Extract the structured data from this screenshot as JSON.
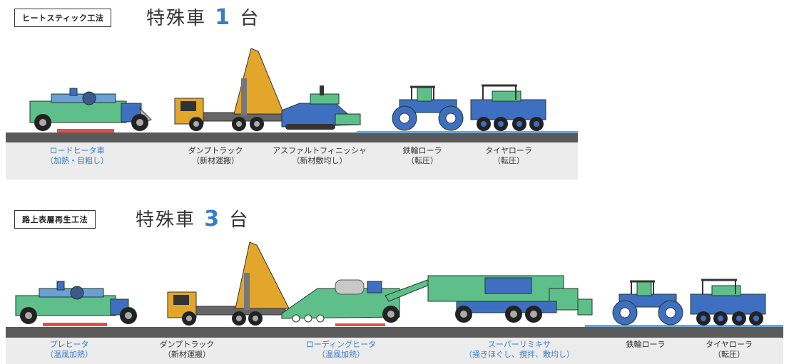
{
  "colors": {
    "blue_label": "#3a7bc8",
    "road": "#595959",
    "band": "#e9e9e9",
    "green_machine": "#5ebf8a",
    "blue_machine": "#3f6fc0",
    "heater_red": "#e0504a",
    "dump_yellow": "#e2a72a"
  },
  "section1": {
    "tag": "ヒートスティック工法",
    "heading_prefix": "特殊車",
    "heading_number": "1",
    "heading_suffix": "台",
    "labels": [
      {
        "line1": "ロードヒータ車",
        "line2": "（加熱・目粗し）",
        "color": "blue"
      },
      {
        "line1": "ダンプトラック",
        "line2": "（新材運搬）",
        "color": "dark"
      },
      {
        "line1": "アスファルトフィニッシャ",
        "line2": "（新材敷均し）",
        "color": "dark"
      },
      {
        "line1": "鉄輪ローラ",
        "line2": "（転圧）",
        "color": "dark"
      },
      {
        "line1": "タイヤローラ",
        "line2": "（転圧）",
        "color": "dark"
      }
    ],
    "icons": [
      "road-heater-vehicle-icon",
      "dump-truck-icon",
      "asphalt-finisher-icon",
      "steel-roller-icon",
      "tire-roller-icon"
    ]
  },
  "section2": {
    "tag": "路上表層再生工法",
    "heading_prefix": "特殊車",
    "heading_number": "3",
    "heading_suffix": "台",
    "labels": [
      {
        "line1": "プレヒータ",
        "line2": "（温風加熱）",
        "color": "blue"
      },
      {
        "line1": "ダンプトラック",
        "line2": "（新材運搬）",
        "color": "dark"
      },
      {
        "line1": "ローディングヒータ",
        "line2": "（温風加熱）",
        "color": "blue"
      },
      {
        "line1": "スーパーリミキサ",
        "line2": "（掻きほぐし、撹拌、敷均し）",
        "color": "blue"
      },
      {
        "line1": "鉄輪ローラ",
        "line2": "",
        "color": "dark"
      },
      {
        "line1": "タイヤローラ",
        "line2": "（転圧）",
        "color": "dark"
      }
    ],
    "icons": [
      "pre-heater-icon",
      "dump-truck-icon",
      "loading-heater-icon",
      "super-remixer-icon",
      "steel-roller-icon",
      "tire-roller-icon"
    ]
  }
}
